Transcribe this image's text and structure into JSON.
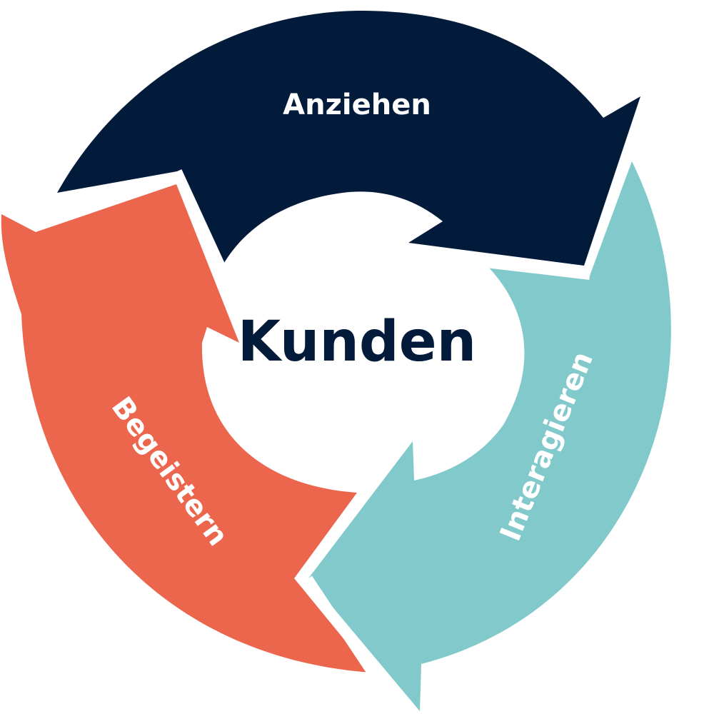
{
  "diagram": {
    "center_label": "Kunden",
    "segments": [
      {
        "label": "Anziehen",
        "color": "#021b3a"
      },
      {
        "label": "Interagieren",
        "color": "#82c9cb"
      },
      {
        "label": "Begeistern",
        "color": "#ec654d"
      }
    ],
    "center_color": "#021b3a",
    "background": "#ffffff"
  }
}
